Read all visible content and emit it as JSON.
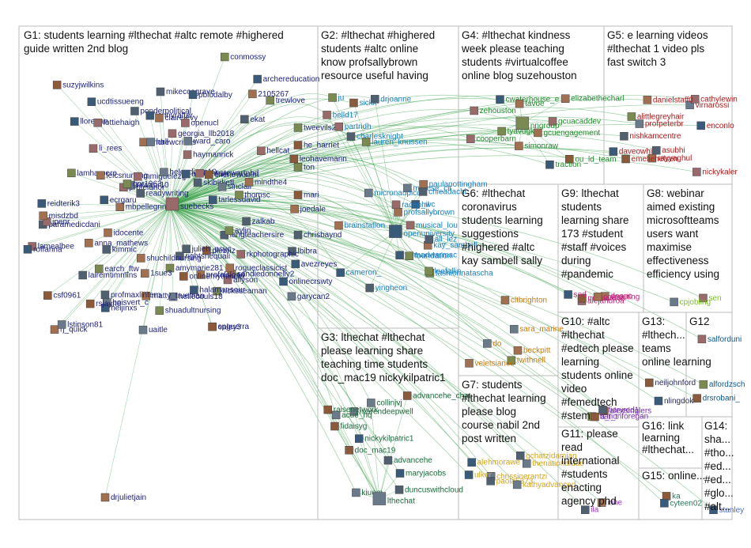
{
  "colors": {
    "g1": "#1b1f7a",
    "g2": "#1a7fc0",
    "g3": "#1a6a3a",
    "g4": "#1f8a2a",
    "g5": "#b01818",
    "g6": "#c87a10",
    "g7": "#d4a514",
    "g8": "#7bbf2a",
    "g9": "#c0257a",
    "g10": "#7a2ab0",
    "g11": "#9a3ad0",
    "g12": "#0a5a8a",
    "g13": "#2a2a5a",
    "g14": "#4a6ad0",
    "g15": "#2a7a5a",
    "g16": "#2a2a2a",
    "edge": "#3aa14a",
    "frame": "#bbbbbb"
  },
  "groups": [
    {
      "id": "g1",
      "title_lines": [
        "G1: students learning #lthechat #altc remote #highered",
        "guide written 2nd blog"
      ],
      "nodes": [
        "zalkab",
        "lbibra",
        "chrisbaynd",
        "avezreyes",
        "langteachersire",
        "aylin",
        "garycan2",
        "onlinecrswty",
        "rkphotographic",
        "sandiedonnelly2",
        "plebriz",
        "rogueclassicist",
        "ricksseaman",
        "allyson",
        "profalsloan",
        "ealey3",
        "julieh_psyc",
        "spguerra",
        "halamansour",
        "hellecouls18",
        "rightsnequali",
        "onlinemythindia",
        "amymarie281",
        "shuadultnursing",
        "uaitle",
        "matty_trueman",
        "1sue3",
        "shuchildnursing",
        "boisvert_c",
        "heijinxs",
        "rsjayne",
        "rj_quick",
        "profmaxlintern",
        "lairemtimmins",
        "lstinson81",
        "earch_ftw",
        "csf0961",
        "anna_mathews",
        "kimmic",
        "lamealbee",
        "roffarina",
        "idocente",
        "paramedicdani",
        "jpenr",
        "mbpellegrini",
        "misdzbd",
        "reidterik3",
        "ecrgaru",
        "suebecks",
        "lamharpere",
        "leicsnursing",
        "profelanor",
        "readywriting",
        "rcwapr10",
        "gpr1963",
        "lloregan",
        "li_rees",
        "mmiguelezg",
        "suzyjwilkins",
        "lottiehaigh",
        "ucdtissueeng",
        "andrewcrines",
        "ponderpolitical",
        "hall",
        "helendixon10",
        "jennyrafter",
        "mikecosgrave",
        "clairelevy",
        "georgia_llb2018",
        "pblodalby",
        "ward_caro",
        "openucl",
        "alicesnkim",
        "haymanrick",
        "conmossy",
        "2105267",
        "archereducation",
        "ekat",
        "johnstewartphd",
        "skibirkett",
        "trewlove",
        "hellcat",
        "cheriewoolm",
        "he_harriet",
        "tweevils22",
        "leohavemann",
        "ton",
        "sinclair",
        "mindthe4",
        "tarlessdavid",
        "mari",
        "thomsc",
        "joedale",
        "drjulietjain"
      ]
    },
    {
      "id": "g2",
      "title_lines": [
        "G2: #lthechat #highered",
        "students #altc online",
        "know profsallybrown",
        "resource useful having"
      ],
      "nodes": [
        "openuniversity",
        "brainstation",
        "marese_cit",
        "fashionnatascha",
        "charlesknight",
        "paulanottingham",
        "kay_sambell",
        "profsallybrown",
        "nomadwarmac",
        "sickk",
        "_wc",
        "belld17",
        "musical_lou",
        "foundation",
        "all_lez",
        "cameron_",
        "racephil",
        "drjoanne",
        "partridh",
        "micronaupico",
        "chieadachi",
        "leefallin",
        "lauren_knussen",
        "ju",
        "yingheon"
      ]
    },
    {
      "id": "g3",
      "title_lines": [
        "G3: lthechat #lthechat",
        "please learning share",
        "teaching time students",
        "doc_mac19 nickykilpatric1"
      ],
      "nodes": [
        "marendeepwell",
        "advancehe",
        "fidaisyg",
        "acue_hq",
        "kiuem",
        "lthechat",
        "maryjacobs",
        "raisenetwork",
        "duncuswithcloud",
        "doc_mac19",
        "advancehe_chat",
        "nickykilpatric1",
        "collinjvj"
      ]
    },
    {
      "id": "g4",
      "title_lines": [
        "G4: #lthechat kindness",
        "week please teaching",
        "students #virtualcoffee",
        "online blog suzehouston"
      ],
      "nodes": [
        "elizabethecharl",
        "ou_ld_team",
        "zehouston",
        "gcuacaddev",
        "cwaterhouse_e",
        "gcuengagement",
        "simonraw",
        "cooperbarn",
        "traction",
        "tavoe",
        "tyavdgk",
        "nngroup"
      ]
    },
    {
      "id": "g5",
      "title_lines": [
        "G5: e learning videos",
        "#lthechat 1 video pls",
        "fast switch 3"
      ],
      "nodes": [
        "enconlo",
        "rayyaghul",
        "nickykaler",
        "nishkamcentre",
        "profpeterbr",
        "virnarossi",
        "emeliehelsen",
        "daveowhite",
        "cathylewin",
        "danielstaff0",
        "alittlegreyhair",
        "asubhi"
      ]
    },
    {
      "id": "g6",
      "title_lines": [
        "G6: #lthechat",
        "coronavirus",
        "students learning",
        "suggestions",
        "#highered #altc",
        "kay sambell sally"
      ],
      "nodes": [
        "twithnell",
        "do",
        "cltbrighton",
        "veletsianos",
        "beckpitt",
        "sara_marine"
      ]
    },
    {
      "id": "g7",
      "title_lines": [
        "G7: students",
        "#lthechat learning",
        "please blog",
        "course nabil 2nd",
        "post written"
      ],
      "nodes": [
        "thenationaluae",
        "chrissinerantzi",
        "paola5373",
        "kathyadvanced",
        "gchatzidamian",
        "ulker",
        "alehmorawe"
      ]
    },
    {
      "id": "g8",
      "title_lines": [
        "G8: webinar",
        "aimed existing",
        "microsoftteams",
        "users want",
        "maximise",
        "effectiveness",
        "efficiency using"
      ],
      "nodes": [
        "sen",
        "cpjobling"
      ]
    },
    {
      "id": "g9",
      "title_lines": [
        "G9: lthechat",
        "students",
        "learning share",
        "173 #student",
        "#staff #voices",
        "during",
        "#pandemic"
      ],
      "nodes": [
        "deano",
        "alejandroa",
        "mumeruon",
        "computing",
        "sed"
      ]
    },
    {
      "id": "g10",
      "title_lines": [
        "G10: #altc",
        "#lthechat",
        "#edtech please",
        "learning",
        "students online",
        "video",
        "#femedtech",
        "#stem"
      ],
      "nodes": [
        "alexsinglers",
        "marionforegan",
        "a_l_t",
        "fieryred1"
      ]
    },
    {
      "id": "g11",
      "title_lines": [
        "G11: please",
        "read",
        "international",
        "#students",
        "enacting",
        "agency phd"
      ],
      "nodes": [
        "inhe",
        "ila"
      ]
    },
    {
      "id": "g12",
      "title_lines": [
        "G12"
      ],
      "nodes": [
        "drsrobani_",
        "alfordzsch",
        "salforduni"
      ]
    },
    {
      "id": "g13",
      "title_lines": [
        "G13:",
        "#lthech...",
        "teams",
        "online learning"
      ],
      "nodes": [
        "nlingdok",
        "neiljohnford"
      ]
    },
    {
      "id": "g14",
      "title_lines": [
        "G14:",
        "sha...",
        "#tho...",
        "#ed...",
        "#ed...",
        "#glo...",
        "#alt..."
      ],
      "nodes": [
        "stanley"
      ]
    },
    {
      "id": "g15",
      "title_lines": [
        "G15: online..."
      ],
      "nodes": [
        "ka",
        "cyteen02"
      ]
    },
    {
      "id": "g16",
      "title_lines": [
        "G16: link",
        "learning",
        "#lthechat..."
      ],
      "nodes": []
    }
  ]
}
